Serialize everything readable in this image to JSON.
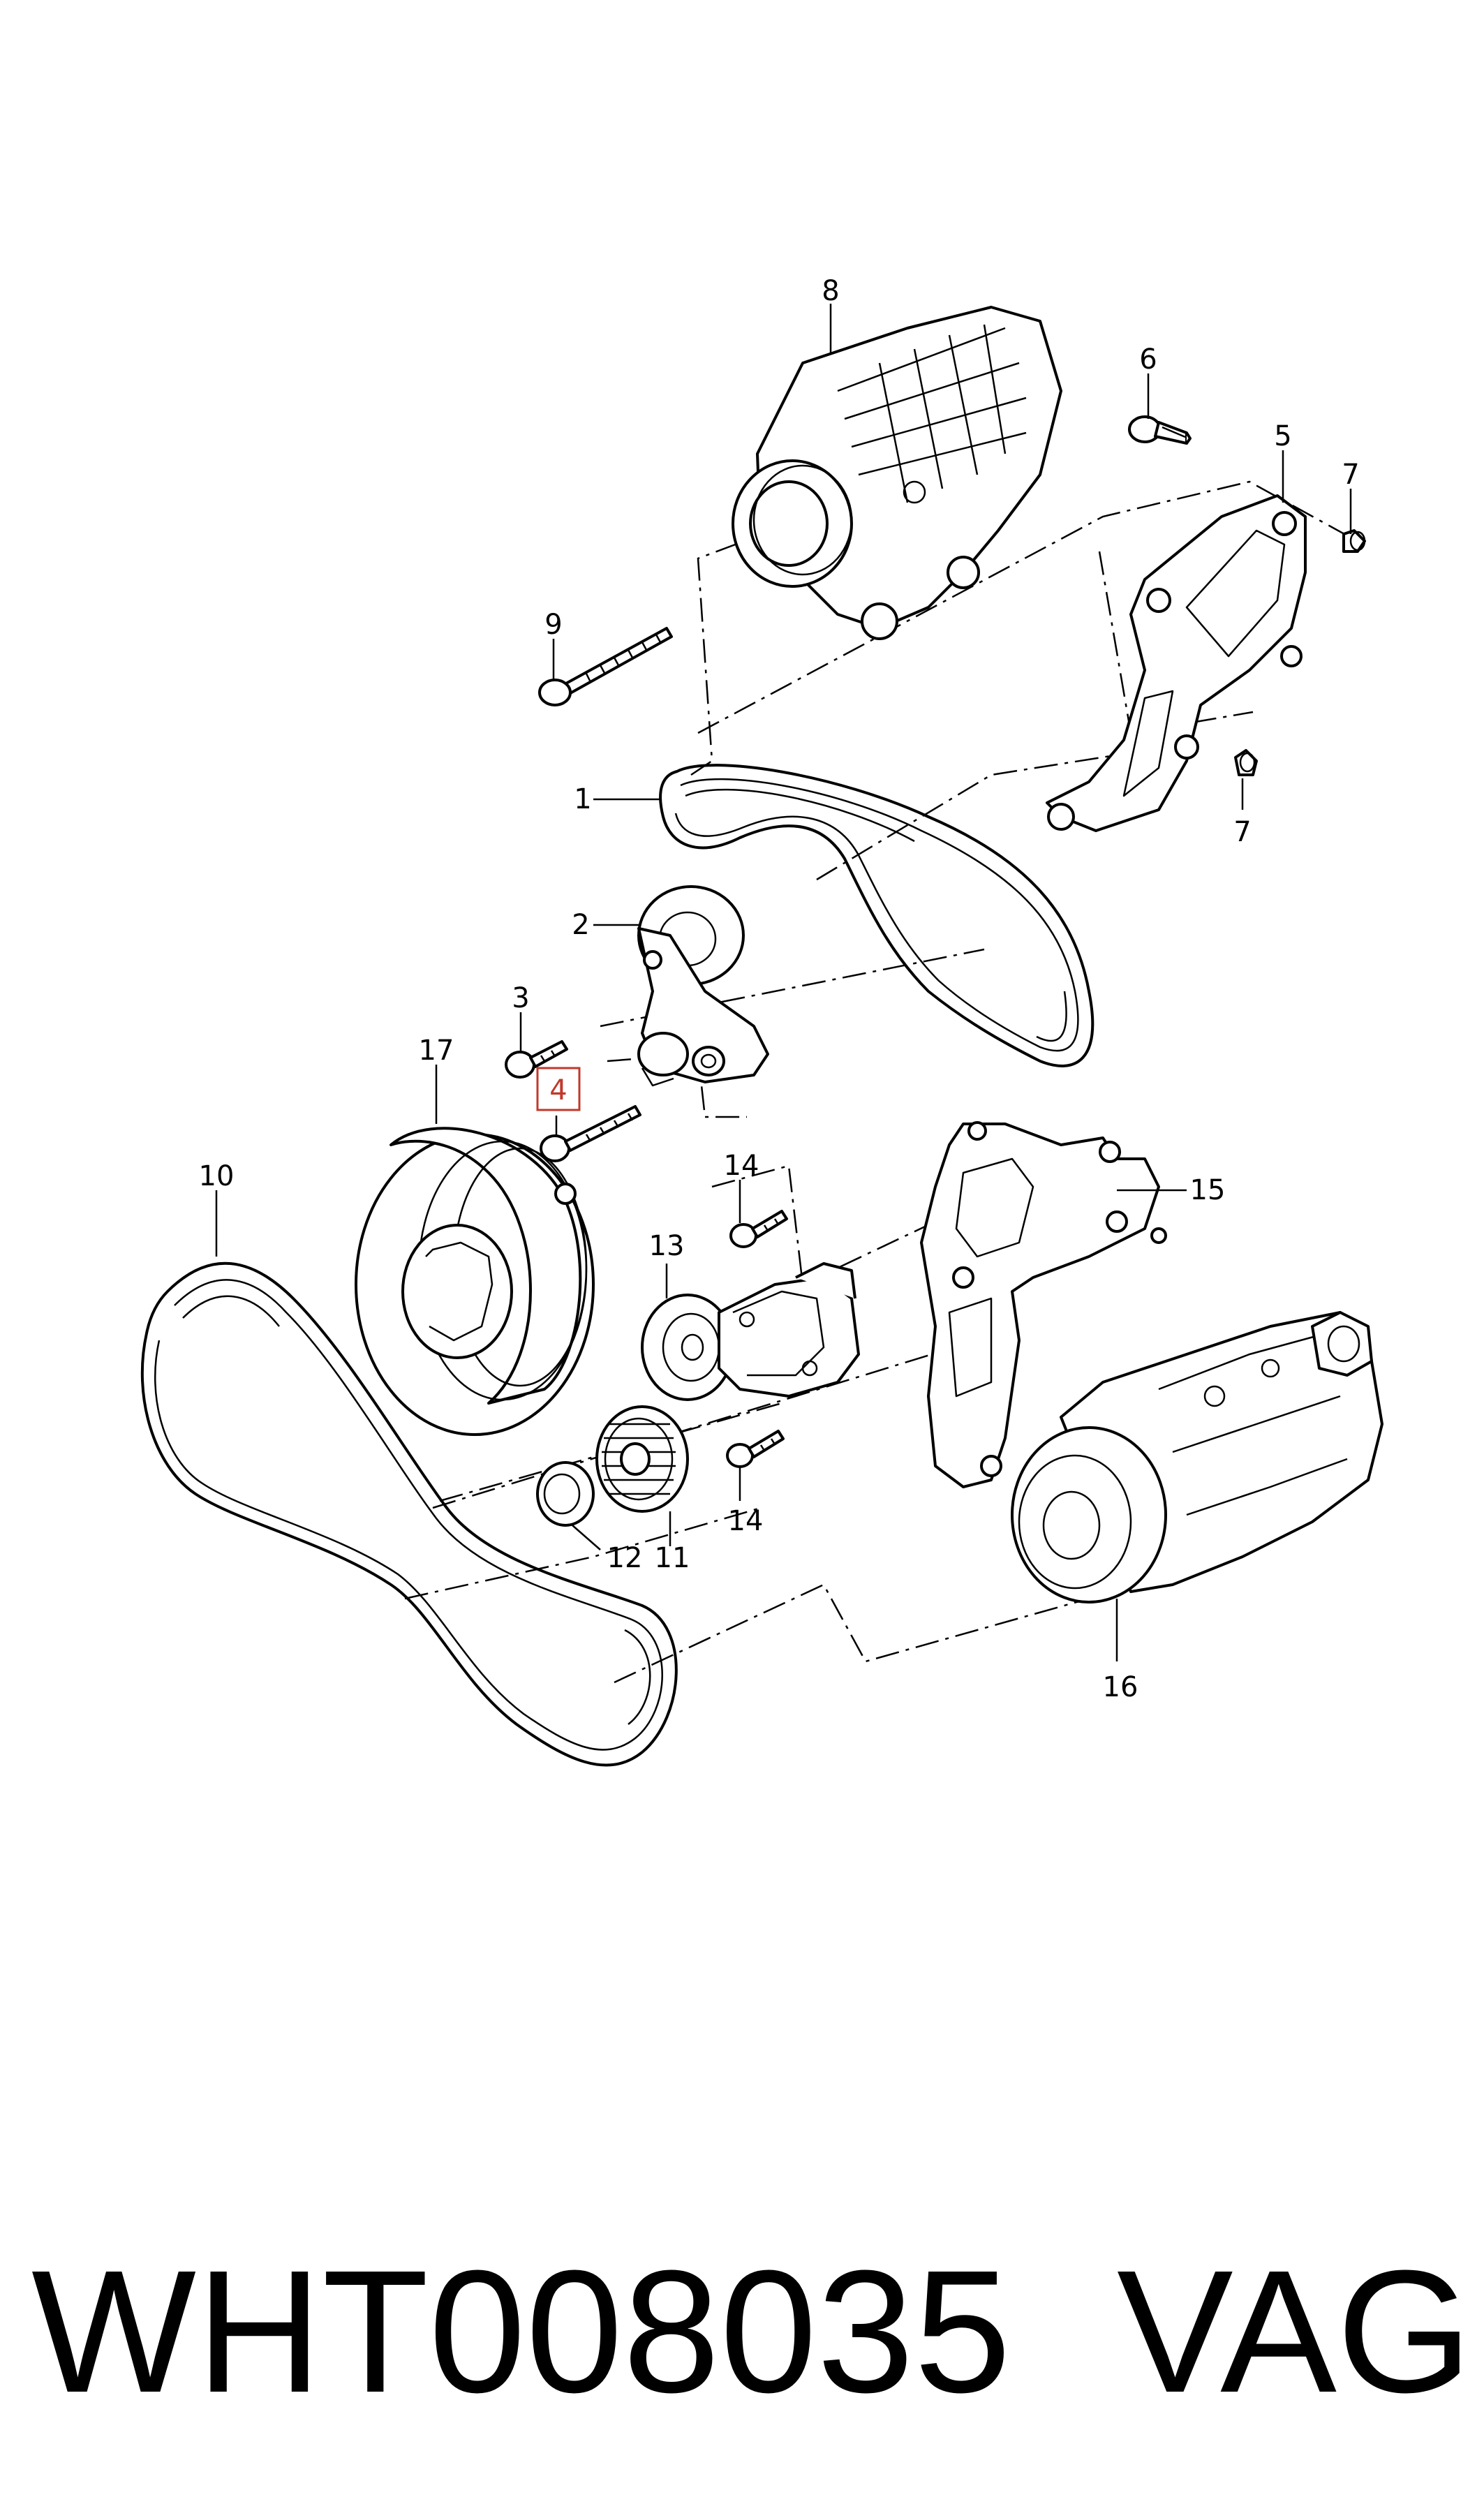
{
  "callouts": {
    "c1": "1",
    "c2": "2",
    "c3": "3",
    "c4": "4",
    "c5": "5",
    "c6": "6",
    "c7a": "7",
    "c7b": "7",
    "c8": "8",
    "c9": "9",
    "c10": "10",
    "c11": "11",
    "c12": "12",
    "c13": "13",
    "c14a": "14",
    "c14b": "14",
    "c15": "15",
    "c16": "16",
    "c17": "17"
  },
  "highlighted_callout": "4",
  "highlight_color": "#c0392b",
  "footer": {
    "part_number": "WHT008035",
    "brand": "VAG"
  }
}
